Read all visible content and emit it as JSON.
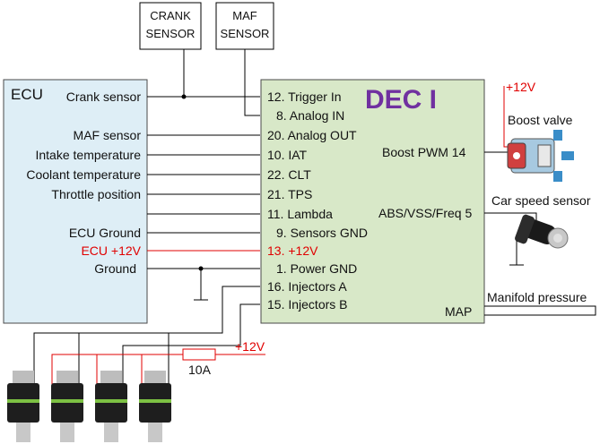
{
  "sensors": {
    "crank": [
      "CRANK",
      "SENSOR"
    ],
    "maf": [
      "MAF",
      "SENSOR"
    ]
  },
  "ecu": {
    "title": "ECU",
    "labels": [
      {
        "text": "Crank sensor",
        "color": "#111111"
      },
      {
        "text": "MAF sensor",
        "color": "#111111"
      },
      {
        "text": "Intake temperature",
        "color": "#111111"
      },
      {
        "text": "Coolant temperature",
        "color": "#111111"
      },
      {
        "text": "Throttle position",
        "color": "#111111"
      },
      {
        "text": "ECU Ground",
        "color": "#111111"
      },
      {
        "text": "ECU +12V",
        "color": "#e00000"
      },
      {
        "text": "Ground",
        "color": "#111111"
      }
    ]
  },
  "dec": {
    "title": "DEC I",
    "pins": [
      {
        "text": "12. Trigger In",
        "color": "#111111"
      },
      {
        "text": "8. Analog IN",
        "color": "#111111"
      },
      {
        "text": "20. Analog OUT",
        "color": "#111111"
      },
      {
        "text": "10. IAT",
        "color": "#111111"
      },
      {
        "text": "22. CLT",
        "color": "#111111"
      },
      {
        "text": "21. TPS",
        "color": "#111111"
      },
      {
        "text": "11. Lambda",
        "color": "#111111"
      },
      {
        "text": "9. Sensors GND",
        "color": "#111111"
      },
      {
        "text": "13. +12V",
        "color": "#e00000"
      },
      {
        "text": "1. Power GND",
        "color": "#111111"
      },
      {
        "text": "16. Injectors A",
        "color": "#111111"
      },
      {
        "text": "15. Injectors B",
        "color": "#111111"
      }
    ],
    "boost_pwm": "Boost PWM  14",
    "abs_vss": "ABS/VSS/Freq  5",
    "map": "MAP"
  },
  "right": {
    "plus12_top": "+12V",
    "boost_valve": "Boost valve",
    "car_speed_sensor": "Car speed sensor",
    "manifold_pressure": "Manifold pressure"
  },
  "injectors": {
    "plus12": "+12V",
    "fuse": "10A",
    "count": 4
  },
  "colors": {
    "ecu_fill": "#deeef6",
    "dec_fill": "#d8e8c8",
    "dec_title": "#7030a0",
    "red_wire": "#e00000",
    "injector_green": "#7cc143"
  }
}
